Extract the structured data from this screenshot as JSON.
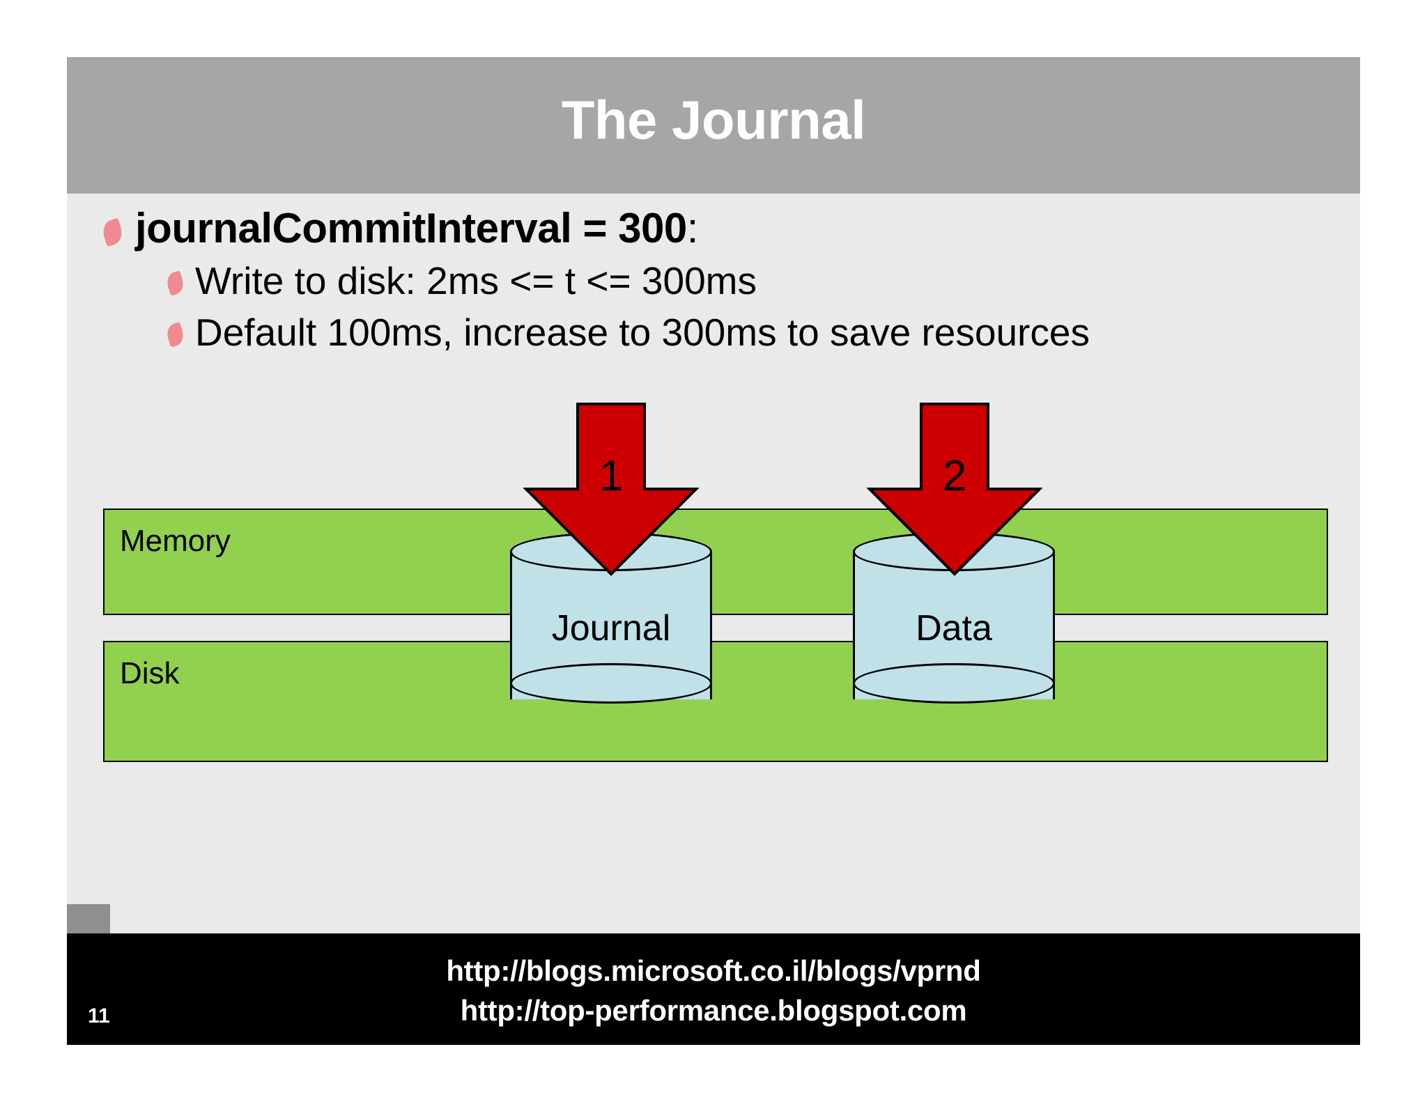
{
  "slide": {
    "title": "The Journal",
    "number": "11"
  },
  "bullets": {
    "main": {
      "bold": "journalCommitInterval = 300",
      "tail": ":"
    },
    "sub": [
      "Write to disk: 2ms <= t <= 300ms",
      "Default 100ms, increase to 300ms to save resources"
    ]
  },
  "diagram": {
    "bands": [
      {
        "label": "Memory"
      },
      {
        "label": "Disk"
      }
    ],
    "cylinders": [
      {
        "label": "Journal"
      },
      {
        "label": "Data"
      }
    ],
    "arrows": [
      {
        "number": "1"
      },
      {
        "number": "2"
      }
    ],
    "colors": {
      "band_green": "#92d050",
      "cylinder_blue": "#bfe1e7",
      "arrow_red": "#cc0000",
      "bullet_pink": "#ef8a91",
      "title_gray": "#a6a6a6",
      "slide_background": "#eaeaea"
    }
  },
  "footer": {
    "link_1": "http://blogs.microsoft.co.il/blogs/vprnd",
    "link_2": "http://top-performance.blogspot.com"
  }
}
